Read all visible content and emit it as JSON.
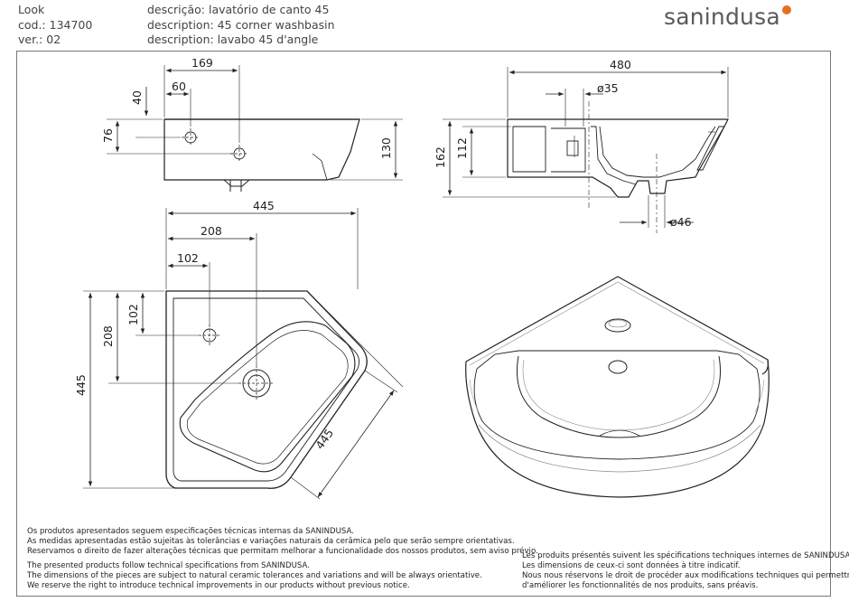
{
  "header": {
    "left": [
      "Look",
      "cod.: 134700",
      "ver.: 02"
    ],
    "middle": [
      "descrição: lavatório de canto 45",
      "description: 45 corner washbasin",
      "description: lavabo 45 d'angle"
    ]
  },
  "brand": {
    "name": "sanindusa",
    "accent_color": "#e76f1f"
  },
  "dimensions": {
    "side_169": "169",
    "side_60": "60",
    "side_40": "40",
    "side_76": "76",
    "side_130": "130",
    "front_480": "480",
    "front_d35": "ø35",
    "front_112": "112",
    "front_162": "162",
    "front_d46": "ø46",
    "top_445_w": "445",
    "top_208_w": "208",
    "top_102_w": "102",
    "top_102_h": "102",
    "top_208_h": "208",
    "top_445_h": "445",
    "top_445_diag": "445"
  },
  "notes": {
    "pt": [
      "Os produtos apresentados seguem especificações técnicas internas da SANINDUSA.",
      "As medidas apresentadas estão sujeitas às tolerâncias e variações naturais da cerâmica pelo que serão sempre orientativas.",
      "Reservamos o direito de fazer alterações técnicas que permitam melhorar a funcionalidade dos nossos produtos, sem aviso prévio."
    ],
    "en": [
      "The presented products follow technical specifications from SANINDUSA.",
      "The dimensions of the pieces are subject to natural ceramic tolerances and variations and will be always orientative.",
      "We reserve the right to introduce technical improvements in our products without previous notice."
    ],
    "fr": [
      "Les produits présentés suivent les spécifications techniques internes de SANINDUSA.",
      "Les dimensions de ceux-ci sont données à titre indicatif.",
      "Nous nous réservons le droit de procéder aux modifications techniques qui permettraient",
      "d'améliorer les fonctionnalités de nos produits, sans préavis."
    ]
  }
}
